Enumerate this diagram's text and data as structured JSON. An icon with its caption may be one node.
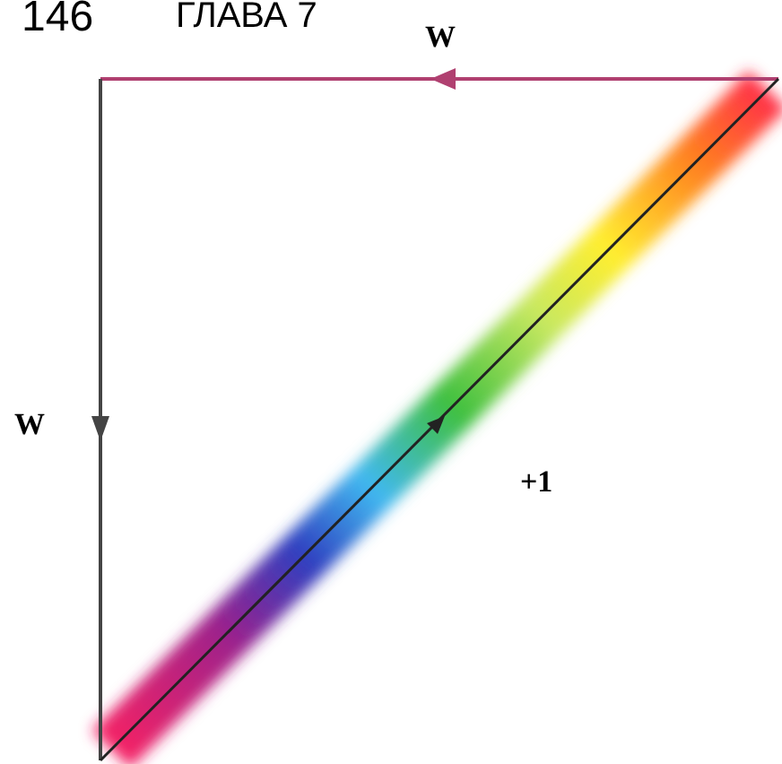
{
  "diagram": {
    "labels": [
      "146",
      "ГЛАВА 7",
      "W",
      "W",
      "+1"
    ]
  }
}
